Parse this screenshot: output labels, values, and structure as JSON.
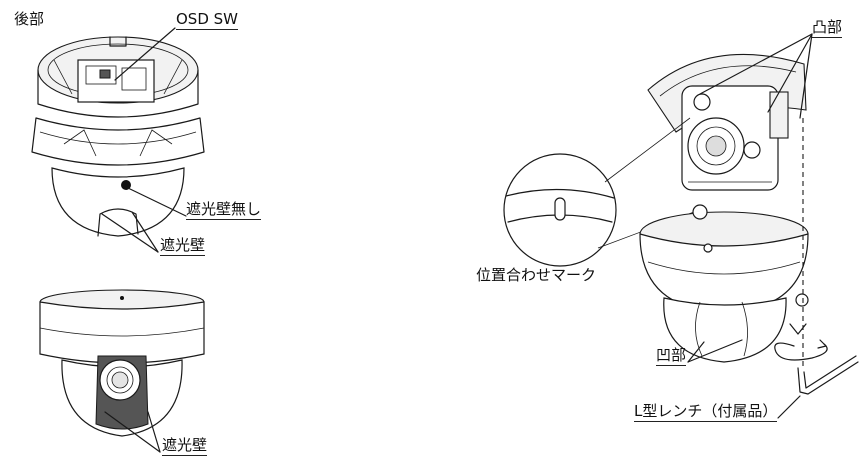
{
  "labels": {
    "rear": "後部",
    "osd_sw": "OSD SW",
    "no_light_shield": "遮光壁無し",
    "light_shield_1": "遮光壁",
    "light_shield_2": "遮光壁",
    "convex": "凸部",
    "alignment_mark": "位置合わせマーク",
    "concave": "凹部",
    "l_wrench": "L型レンチ（付属品）"
  }
}
